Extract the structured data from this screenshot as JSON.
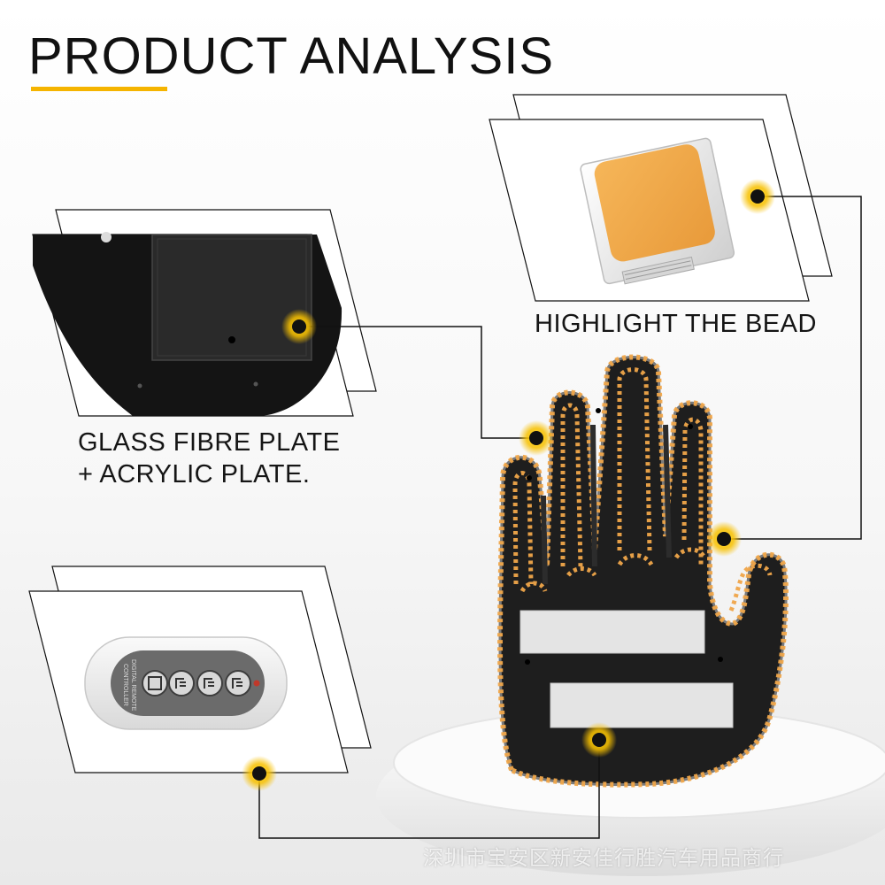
{
  "header": {
    "title": "PRODUCT ANALYSIS"
  },
  "callouts": {
    "bead_label": "HIGHLIGHT THE BEAD",
    "plate_label_line1": "GLASS FIBRE PLATE",
    "plate_label_line2": "+ ACRYLIC PLATE."
  },
  "remote": {
    "printed_text_line1": "DIGITAL REMOTE",
    "printed_text_line2": "CONTROLLER"
  },
  "watermark": "深圳市宝安区新安佳行胜汽车用品商行",
  "colors": {
    "accent": "#f5b400",
    "led": "#f0a64a",
    "board": "#1e1e1e",
    "frame": "#111111"
  }
}
